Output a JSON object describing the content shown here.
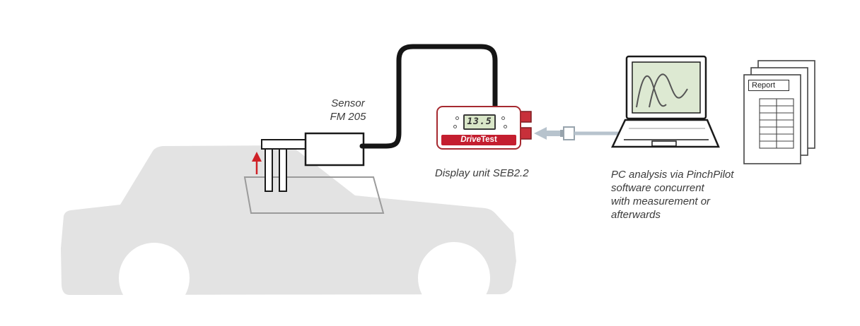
{
  "labels": {
    "sensor_line1": "Sensor",
    "sensor_line2": "FM 205",
    "display_caption": "Display unit SEB2.2",
    "pc_line1": "PC analysis via PinchPilot",
    "pc_line2": "software concurrent",
    "pc_line3": "with measurement or",
    "pc_line4": "afterwards",
    "report": "Report"
  },
  "display_unit": {
    "lcd_value": "13.5",
    "brand_part1": "Drive",
    "brand_part2": "Test"
  },
  "colors": {
    "accent_red": "#cf2127",
    "band_red": "#c41e2f",
    "display_border_red": "#a62a30",
    "lcd_green": "#d9e7c8",
    "car_gray": "#e3e3e3",
    "window_outline_gray": "#9b9b9b",
    "cable_black": "#151515",
    "pc_cable_gray": "#b7c3cd",
    "laptop_screen_green": "#dde9d2"
  }
}
